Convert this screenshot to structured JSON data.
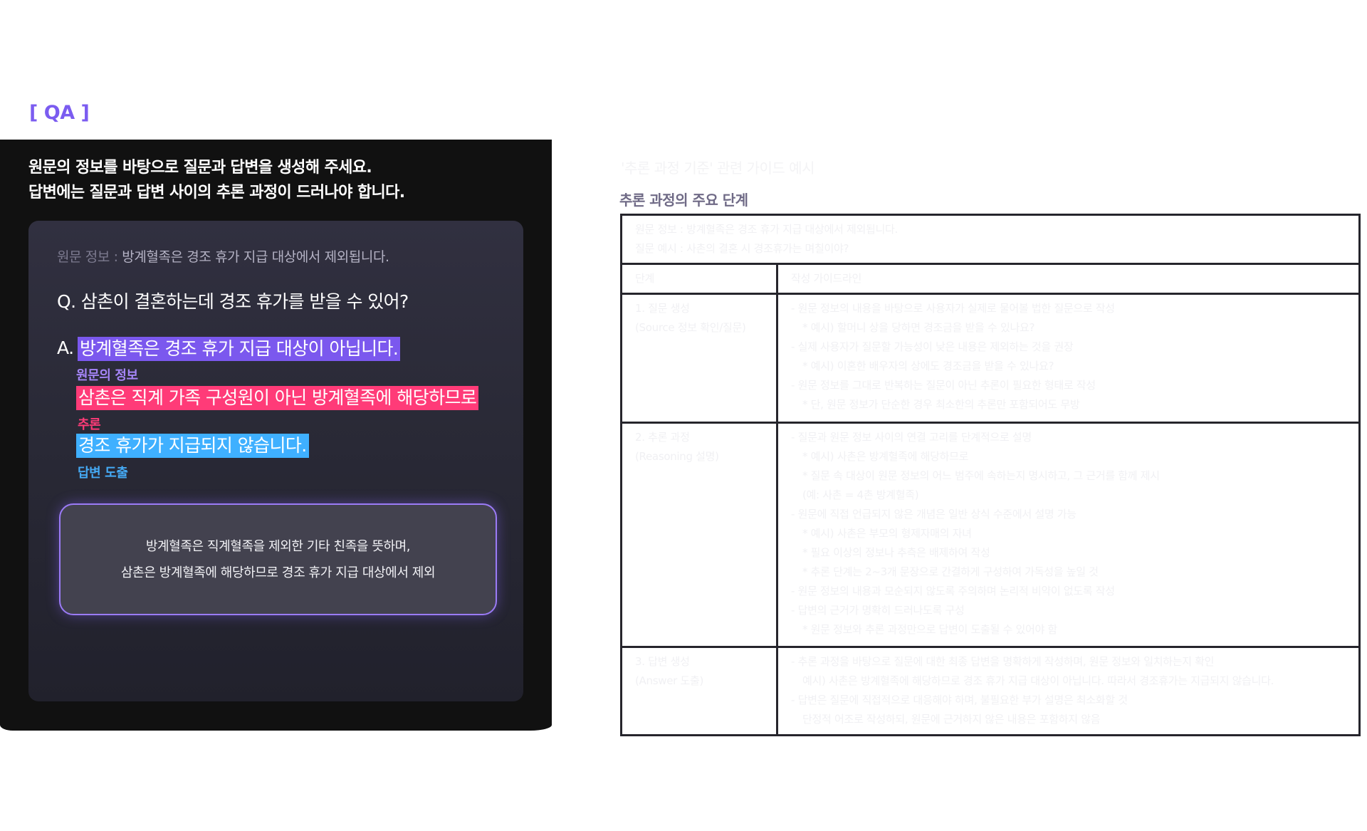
{
  "section_label": "[ QA ]",
  "left_panel": {
    "heading_lines": [
      "원문의 정보를 바탕으로 질문과 답변을 생성해 주세요.",
      "답변에는 질문과 답변 사이의 추론 과정이 드러나야 합니다."
    ],
    "card": {
      "source_key": "원문 정보 : ",
      "source_value": "방계혈족은 경조 휴가 지급 대상에서 제외됩니다.",
      "question": "Q. 삼촌이 결혼하는데 경조 휴가를 받을 수 있어?",
      "answer_prefix": "A.",
      "segments": [
        {
          "text": "방계혈족은 경조 휴가 지급 대상이 아닙니다.",
          "tag": "원문의 정보",
          "color": "#7b58ee"
        },
        {
          "text": "삼촌은 직계 가족 구성원이 아닌 방계혈족에 해당하므로",
          "tag": "추론",
          "color": "#ff3b78"
        },
        {
          "text": "경조 휴가가 지급되지 않습니다.",
          "tag": "답변 도출",
          "color": "#3fb0ff"
        }
      ],
      "summary_lines": [
        "방계혈족은 직계혈족을 제외한 기타 친족을 뜻하며,",
        "삼촌은 방계혈족에 해당하므로 경조 휴가 지급 대상에서 제외"
      ]
    }
  },
  "right_panel": {
    "faint_title": "'추론 과정 기준' 관련 가이드 예시",
    "section_title": "추론 과정의 주요 단계",
    "table": {
      "intro_lines": [
        "원문 정보 : 방계혈족은 경조 휴가 지급 대상에서 제외됩니다.",
        "질문 예시 : 사촌의 결혼 시 경조휴가는 며칠이야?"
      ],
      "headers": [
        "단계",
        "작성 가이드라인"
      ],
      "rows": [
        {
          "step_lines": [
            "1. 질문 생성",
            "(Source 정보 확인/질문)"
          ],
          "guide_lines": [
            "- 원문 정보의 내용을 바탕으로 사용자가 실제로 물어볼 법한 질문으로 작성",
            "  * 예시) 할머니 상을 당하면 경조금을 받을 수 있나요?",
            "- 실제 사용자가 질문할 가능성이 낮은 내용은 제외하는 것을 권장",
            "  * 예시) 이혼한 배우자의 상에도 경조금을 받을 수 있나요?",
            "- 원문 정보를 그대로 반복하는 질문이 아닌 추론이 필요한 형태로 작성",
            "  * 단, 원문 정보가 단순한 경우 최소한의 추론만 포함되어도 무방"
          ]
        },
        {
          "step_lines": [
            "2. 추론 과정",
            "(Reasoning 설명)"
          ],
          "guide_lines": [
            "- 질문과 원문 정보 사이의 연결 고리를 단계적으로 설명",
            "  * 예시) 사촌은 방계혈족에 해당하므로",
            "  * 질문 속 대상이 원문 정보의 어느 범주에 속하는지 명시하고, 그 근거를 함께 제시",
            "        (예: 사촌 = 4촌 방계혈족)",
            "- 원문에 직접 언급되지 않은 개념은 일반 상식 수준에서 설명 가능",
            "  * 예시) 사촌은 부모의 형제자매의 자녀",
            "  * 필요 이상의 정보나 추측은 배제하여 작성",
            "  * 추론 단계는 2~3개 문장으로 간결하게 구성하여 가독성을 높일 것",
            "- 원문 정보의 내용과 모순되지 않도록 주의하며 논리적 비약이 없도록 작성",
            "- 답변의 근거가 명확히 드러나도록 구성",
            "  * 원문 정보와 추론 과정만으로 답변이 도출될 수 있어야 함"
          ]
        },
        {
          "step_lines": [
            "3. 답변 생성",
            "(Answer 도출)"
          ],
          "guide_lines": [
            "- 추론 과정을 바탕으로 질문에 대한 최종 답변을 명확하게 작성하며, 원문 정보와 일치하는지 확인",
            "  예시) 사촌은 방계혈족에 해당하므로 경조 휴가 지급 대상이 아닙니다. 따라서 경조휴가는 지급되지 않습니다.",
            "- 답변은 질문에 직접적으로 대응해야 하며, 불필요한 부가 설명은 최소화할 것",
            "  단정적 어조로 작성하되, 원문에 근거하지 않은 내용은 포함하지 않음"
          ]
        }
      ]
    }
  },
  "colors": {
    "accent_purple": "#7b5cf0",
    "highlight_purple": "#7b58ee",
    "highlight_pink": "#ff3b78",
    "highlight_blue": "#3fb0ff",
    "panel_bg": "#111111",
    "card_bg": "#2d2d3a"
  }
}
